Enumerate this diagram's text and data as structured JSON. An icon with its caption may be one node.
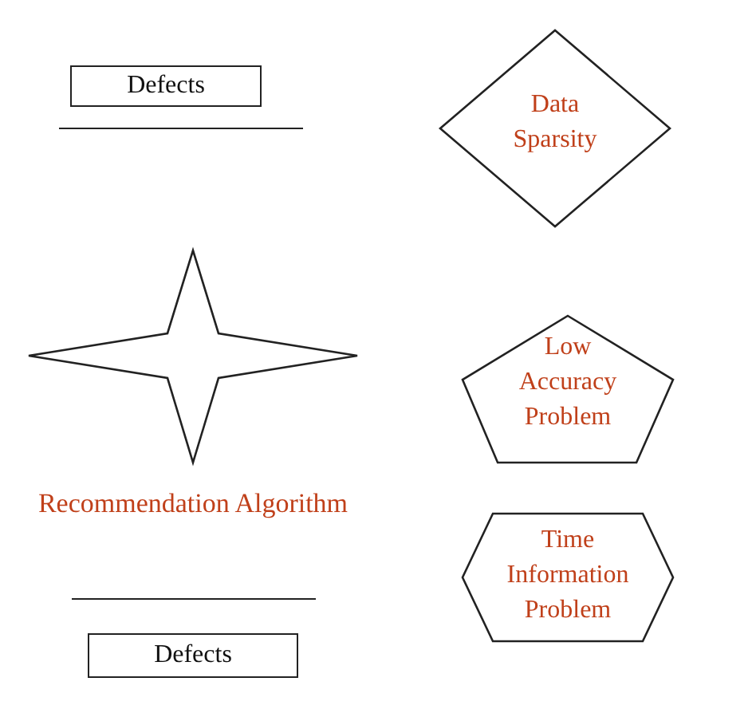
{
  "diagram": {
    "nodes": [
      {
        "text": [
          "Defects"
        ]
      },
      {
        "text": [
          "Data Sparsity"
        ]
      },
      {
        "text": [
          "Recommendation Algorithm"
        ]
      },
      {
        "text": [
          "Low Accuracy Problem"
        ]
      },
      {
        "text": [
          "Time Information Problem"
        ]
      },
      {
        "text": [
          "Defects"
        ]
      }
    ]
  }
}
